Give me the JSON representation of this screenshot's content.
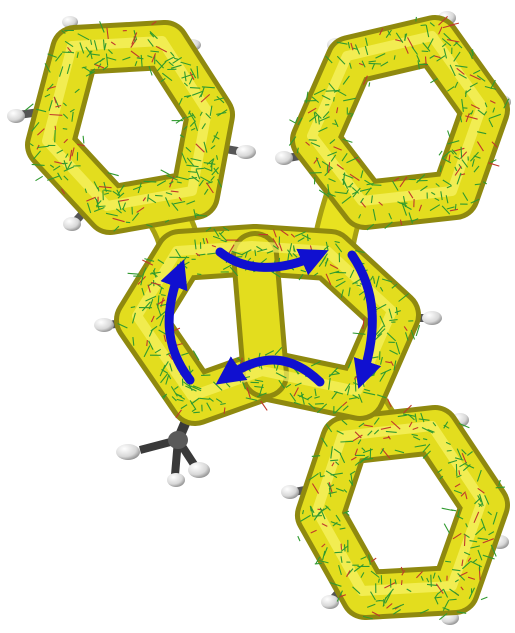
{
  "figure": {
    "subject": "acid-visualization-ring-currents",
    "colors": {
      "isosurface": "#e8e220",
      "isosurface_shadow": "#9a9412",
      "isosurface_highlight": "#fbf77a",
      "hair_green": "#2f9a2f",
      "hair_red": "#c0392b",
      "hydrogen": "#eeeeee",
      "bond_carbon": "#4a4a4a",
      "current_arrow": "#1010d0"
    },
    "rings": [
      {
        "id": "ring-top-left",
        "role": "pendant-phenyl",
        "current": "diatropic"
      },
      {
        "id": "ring-top-right",
        "role": "pendant-phenyl",
        "current": "diatropic"
      },
      {
        "id": "ring-bottom-right",
        "role": "pendant-phenyl",
        "current": "diatropic"
      },
      {
        "id": "ring-center-left",
        "role": "fused-core",
        "current": "paratropic"
      },
      {
        "id": "ring-center-right",
        "role": "fused-core",
        "current": "paratropic"
      }
    ],
    "arrows": [
      {
        "id": "arrow-top",
        "direction": "clockwise"
      },
      {
        "id": "arrow-right",
        "direction": "clockwise"
      },
      {
        "id": "arrow-bottom",
        "direction": "clockwise"
      },
      {
        "id": "arrow-left",
        "direction": "clockwise"
      }
    ],
    "substituents": [
      {
        "id": "methyl-group",
        "atoms": [
          "C",
          "H",
          "H",
          "H"
        ]
      }
    ]
  }
}
